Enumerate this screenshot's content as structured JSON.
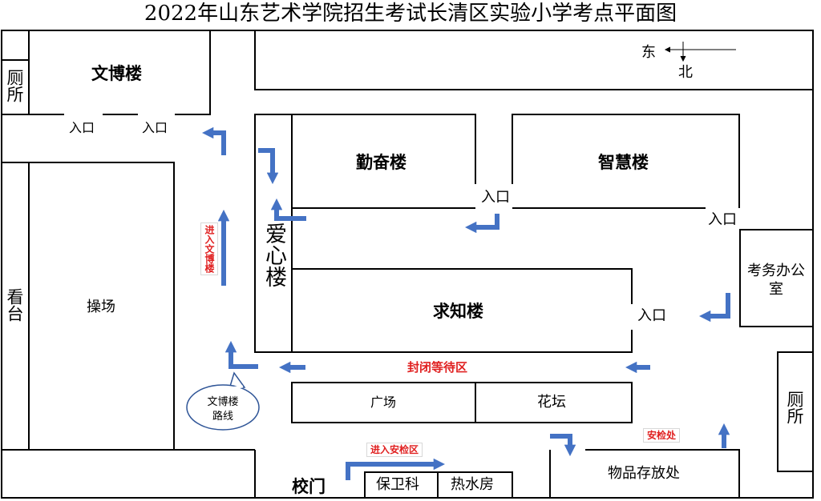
{
  "title": "2022年山东艺术学院招生考试长清区实验小学考点平面图",
  "compass": {
    "east": "东",
    "north": "北"
  },
  "buildings": {
    "wenbo": "文博楼",
    "qinfen": "勤奋楼",
    "zhihui": "智慧楼",
    "qiuzhi": "求知楼",
    "aixin": "爱心楼",
    "kaowu": "考务办公室",
    "caochang": "操场",
    "kantai": "看台",
    "toilet_left": "厕所",
    "toilet_right": "厕所",
    "guangchang": "广场",
    "huatan": "花坛",
    "baowei": "保卫科",
    "reshui": "热水房",
    "storage": "物品存放处",
    "gate": "校门"
  },
  "entrances": {
    "wenbo_1": "入口",
    "wenbo_2": "入口",
    "qinfen": "入口",
    "zhihui": "入口",
    "qiuzhi": "入口"
  },
  "route_labels": {
    "enter_wenbo": "进入文博楼",
    "closed_wait": "封闭等待区",
    "enter_security": "进入安检区",
    "security": "安检处",
    "callout": "文博楼路线"
  },
  "colors": {
    "arrow": "#4472c4",
    "route_text": "#e02020",
    "line": "#000000"
  }
}
